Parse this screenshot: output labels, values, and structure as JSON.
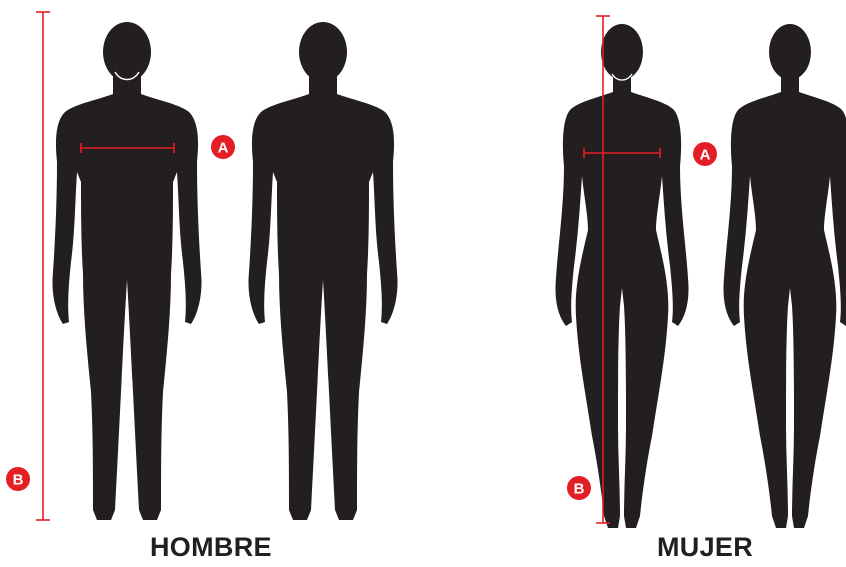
{
  "groups": [
    {
      "label": "HOMBRE"
    },
    {
      "label": "MUJER"
    }
  ],
  "markers": {
    "chest": "A",
    "height": "B"
  },
  "colors": {
    "silhouette": "#231f20",
    "accent": "#e31e24",
    "background": "#ffffff"
  }
}
